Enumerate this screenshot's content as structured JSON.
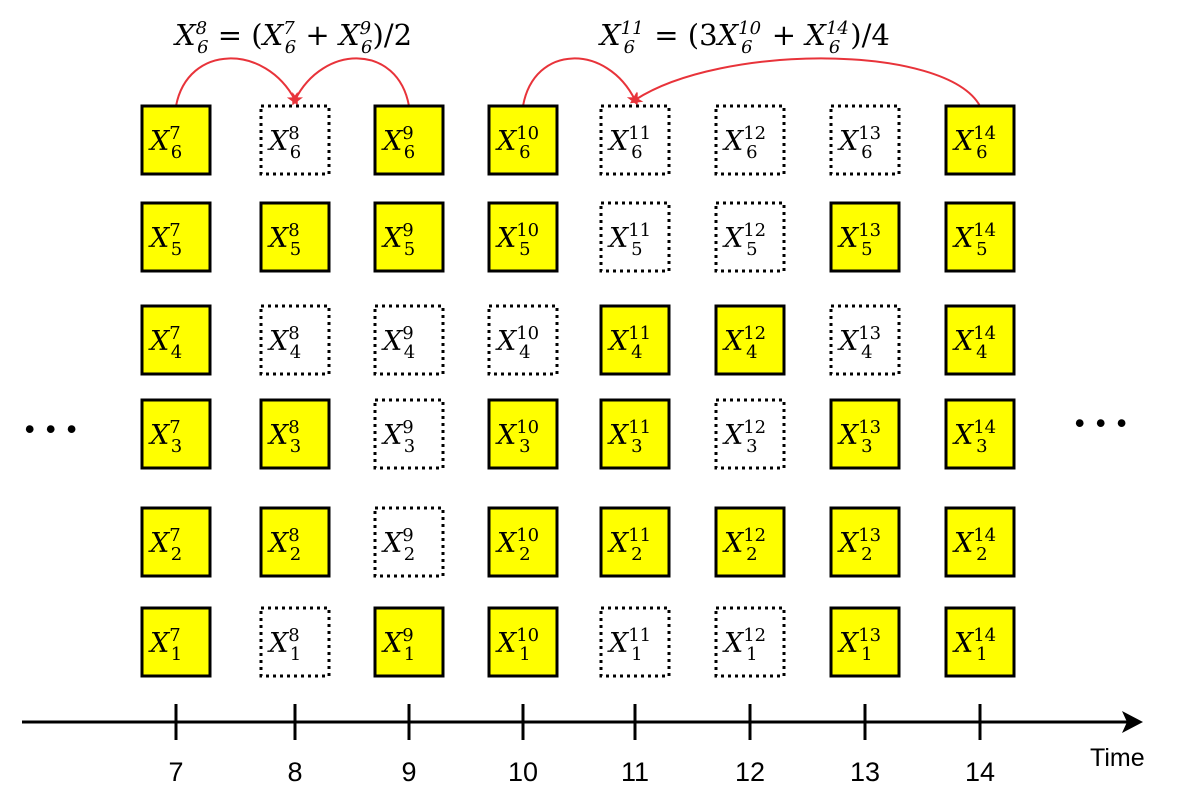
{
  "variable": "X",
  "equations": [
    {
      "lhs": "X_6^8",
      "text": "X₆⁸ = (X₆⁷ + X₆⁹)/2"
    },
    {
      "lhs": "X_6^11",
      "text": "X₆¹¹ = (3X₆¹⁰ + X₆¹⁴)/4"
    }
  ],
  "ellipsis_left": "• • •",
  "ellipsis_right": "• • •",
  "time_axis": {
    "label": "Time",
    "ticks": [
      "7",
      "8",
      "9",
      "10",
      "11",
      "12",
      "13",
      "14"
    ]
  },
  "rows": [
    "6",
    "5",
    "4",
    "3",
    "2",
    "1"
  ],
  "grid": [
    [
      "observed",
      "missing",
      "observed",
      "observed",
      "missing",
      "missing",
      "missing",
      "observed"
    ],
    [
      "observed",
      "observed",
      "observed",
      "observed",
      "missing",
      "missing",
      "observed",
      "observed"
    ],
    [
      "observed",
      "missing",
      "missing",
      "missing",
      "observed",
      "observed",
      "missing",
      "observed"
    ],
    [
      "observed",
      "observed",
      "missing",
      "observed",
      "observed",
      "missing",
      "observed",
      "observed"
    ],
    [
      "observed",
      "observed",
      "missing",
      "observed",
      "observed",
      "observed",
      "observed",
      "observed"
    ],
    [
      "observed",
      "missing",
      "observed",
      "observed",
      "missing",
      "missing",
      "observed",
      "observed"
    ]
  ],
  "interpolation_arrows": [
    {
      "from": {
        "row": "6",
        "time": "7"
      },
      "to": {
        "row": "6",
        "time": "8"
      }
    },
    {
      "from": {
        "row": "6",
        "time": "9"
      },
      "to": {
        "row": "6",
        "time": "8"
      }
    },
    {
      "from": {
        "row": "6",
        "time": "10"
      },
      "to": {
        "row": "6",
        "time": "11"
      }
    },
    {
      "from": {
        "row": "6",
        "time": "14"
      },
      "to": {
        "row": "6",
        "time": "11"
      }
    }
  ],
  "colors": {
    "observed_fill": "#ffff00",
    "missing_fill": "#ffffff",
    "border": "#000000",
    "arrow": "#e8333a"
  }
}
